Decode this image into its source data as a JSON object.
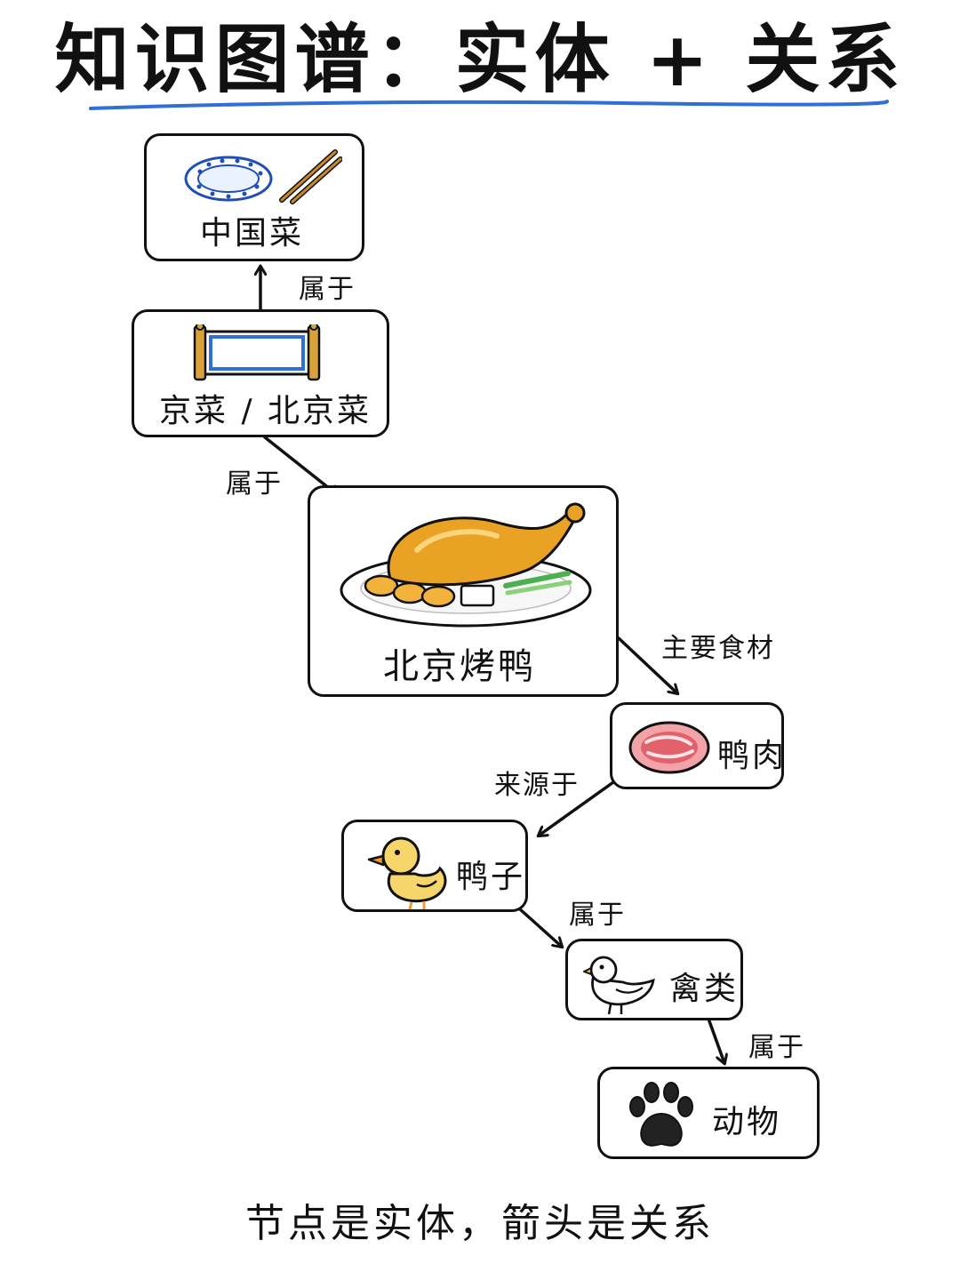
{
  "title": "知识图谱：实体 + 关系",
  "footer": "节点是实体，箭头是关系",
  "nodes": {
    "chinese_cuisine": "中国菜",
    "beijing_cuisine": "京菜 / 北京菜",
    "peking_duck": "北京烤鸭",
    "duck_meat": "鸭肉",
    "duck": "鸭子",
    "poultry": "禽类",
    "animal": "动物"
  },
  "relations": {
    "r1": "属于",
    "r2": "属于",
    "r3": "主要食材",
    "r4": "来源于",
    "r5": "属于",
    "r6": "属于"
  },
  "colors": {
    "accent_underline": "#2f6fd6",
    "duck_fill": "#f6d56a",
    "roast_fill": "#e9a224",
    "meat_fill": "#f2a3a8"
  }
}
